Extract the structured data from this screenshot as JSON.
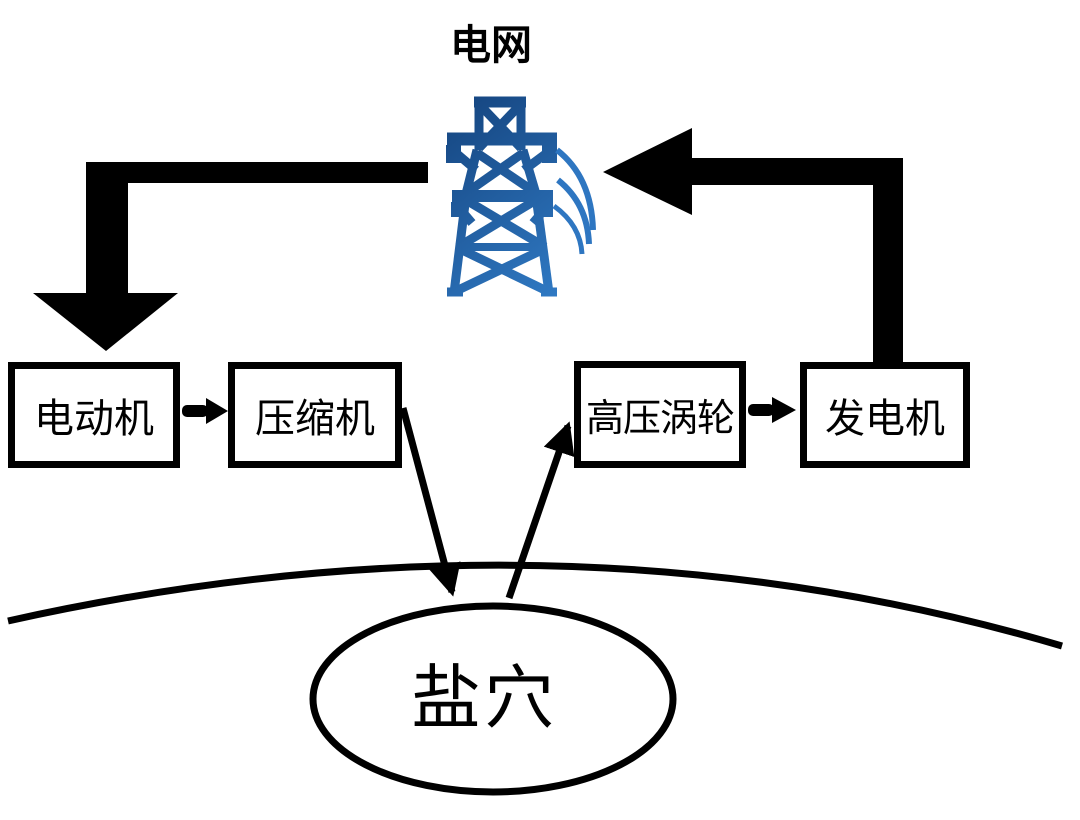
{
  "diagram": {
    "title": "电网",
    "tower_icon": "transmission-tower-icon",
    "boxes": [
      {
        "label": "电动机"
      },
      {
        "label": "压缩机"
      },
      {
        "label": "高压涡轮"
      },
      {
        "label": "发电机"
      }
    ],
    "cavern": {
      "label": "盐穴"
    },
    "arrows": [
      {
        "name": "grid-to-motor-arrow",
        "style": "thick-elbow"
      },
      {
        "name": "generator-to-grid-arrow",
        "style": "thick-elbow"
      },
      {
        "name": "motor-to-compressor-arrow",
        "style": "small"
      },
      {
        "name": "turbine-to-generator-arrow",
        "style": "small"
      },
      {
        "name": "compressor-to-cavern-arrow",
        "style": "thin"
      },
      {
        "name": "cavern-to-turbine-arrow",
        "style": "thin"
      }
    ],
    "colors": {
      "arrow": "#000000",
      "outline": "#000000",
      "tower_dark": "#14437d",
      "tower_light": "#3380cc",
      "background": "#ffffff"
    }
  }
}
